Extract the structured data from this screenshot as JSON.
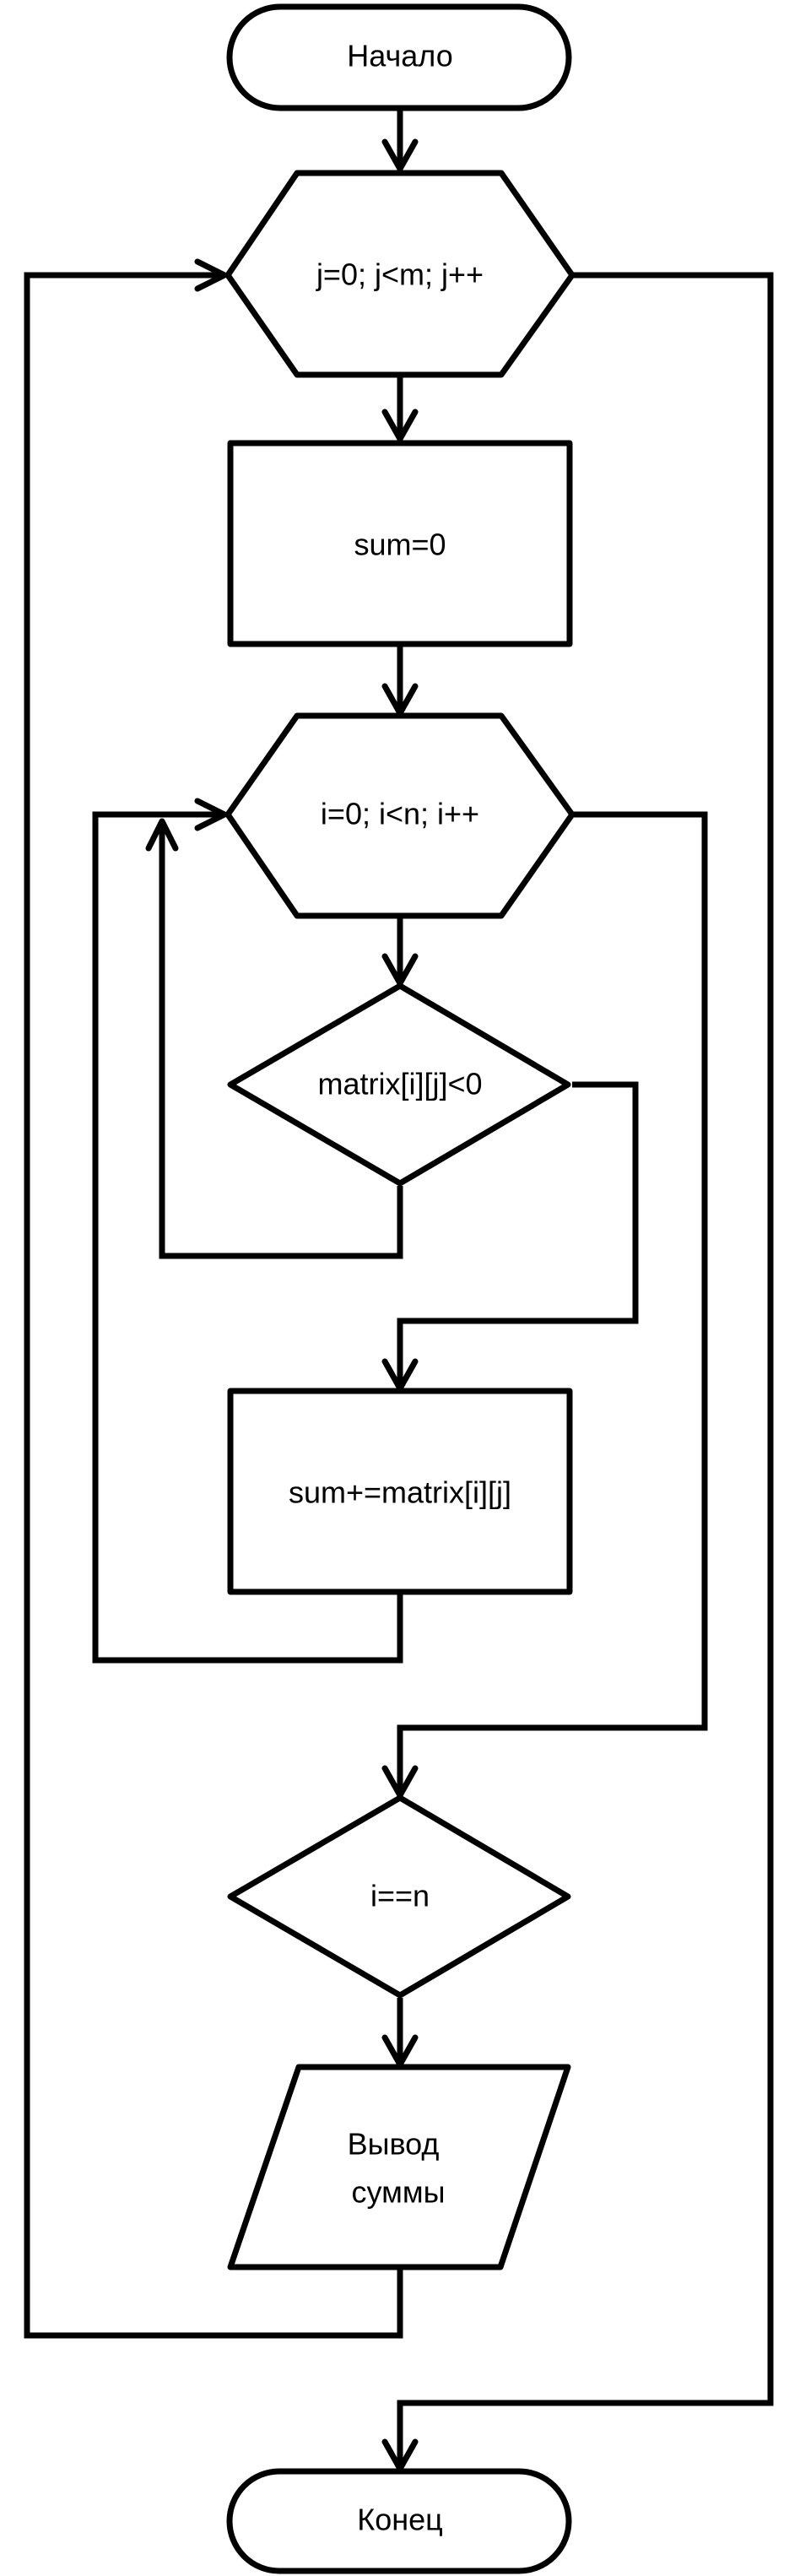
{
  "flowchart": {
    "start": "Начало",
    "loop_j": "j=0; j<m; j++",
    "init_sum": "sum=0",
    "loop_i": "i=0; i<n; i++",
    "cond_negative": "matrix[i][j]<0",
    "accumulate": "sum+=matrix[i][j]",
    "cond_end": "i==n",
    "output_line1": "Вывод",
    "output_line2": "суммы",
    "end": "Конец"
  }
}
